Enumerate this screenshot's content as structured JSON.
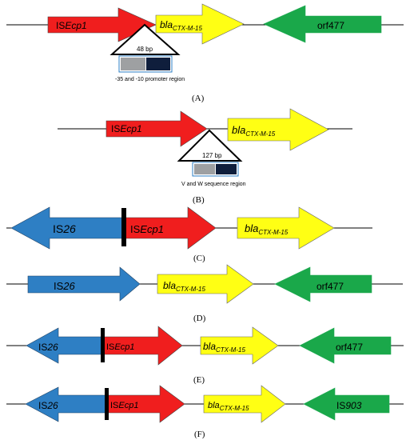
{
  "panels": {
    "A": {
      "label": "(A)",
      "gene_iseecp1": {
        "prefix": "IS",
        "italic": "Ecp1"
      },
      "gene_bla": {
        "main": "bla",
        "sub": "CTX-M-15"
      },
      "gene_orf": "orf477",
      "insert_size": "48 bp",
      "insert_caption": "-35 and -10 promoter region"
    },
    "B": {
      "label": "(B)",
      "gene_iseecp1": {
        "prefix": "IS",
        "italic": "Ecp1"
      },
      "gene_bla": {
        "main": "bla",
        "sub": "CTX-M-15"
      },
      "insert_size": "127 bp",
      "insert_caption": "V and W sequence region"
    },
    "C": {
      "label": "(C)",
      "gene_is26": {
        "prefix": "IS",
        "italic": "26"
      },
      "gene_iseecp1": {
        "prefix": "IS",
        "italic": "Ecp1"
      },
      "gene_bla": {
        "main": "bla",
        "sub": "CTX-M-15"
      }
    },
    "D": {
      "label": "(D)",
      "gene_is26": {
        "prefix": "IS",
        "italic": "26"
      },
      "gene_bla": {
        "main": "bla",
        "sub": "CTX-M-15"
      },
      "gene_orf": "orf477"
    },
    "E": {
      "label": "(E)",
      "gene_is26": {
        "prefix": "IS",
        "italic": "26"
      },
      "gene_iseecp1": {
        "prefix": "IS",
        "italic": "Ecp1"
      },
      "gene_bla": {
        "main": "bla",
        "sub": "CTX-M-15"
      },
      "gene_orf": "orf477"
    },
    "F": {
      "label": "(F)",
      "gene_is26": {
        "prefix": "IS",
        "italic": "26"
      },
      "gene_iseecp1": {
        "prefix": "IS",
        "italic": "Ecp1"
      },
      "gene_bla": {
        "main": "bla",
        "sub": "CTX-M-15"
      },
      "gene_is903": {
        "prefix": "IS",
        "italic": "903"
      }
    }
  },
  "colors": {
    "red": "#f01e1e",
    "yellow": "#ffff14",
    "green": "#1aa84a",
    "blue": "#2e7fc4",
    "grey": "#9ea0a2",
    "navy": "#0f1e3c"
  }
}
